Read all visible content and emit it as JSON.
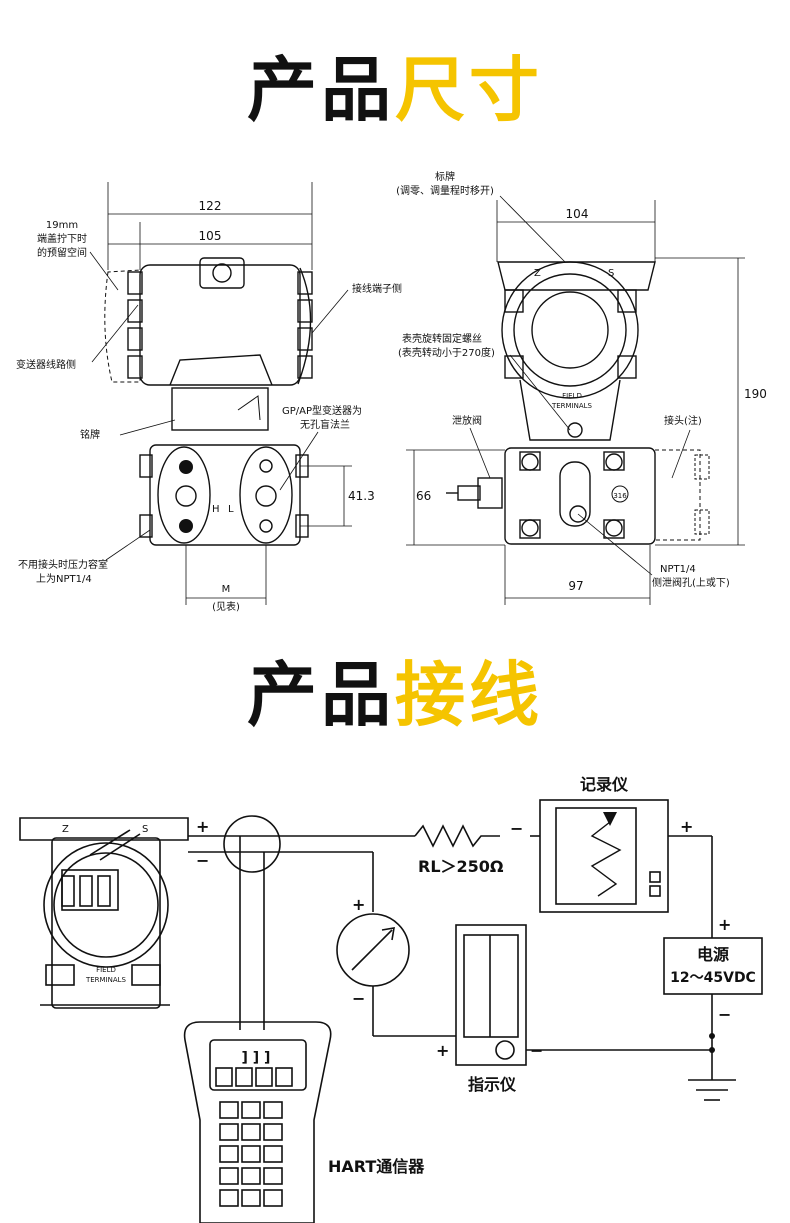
{
  "section1": {
    "title_main": "产品",
    "title_highlight": "尺寸"
  },
  "section2": {
    "title_main": "产品",
    "title_highlight": "接线"
  },
  "dims_left": {
    "width_total": "122",
    "width_inner": "105",
    "clearance_1": "19mm",
    "clearance_2": "端盖拧下时",
    "clearance_3": "的预留空间",
    "terminal_side": "接线端子侧",
    "circuit_side": "变送器线路侧",
    "nameplate": "铭牌",
    "flange_note_1": "GP/AP型变送器为",
    "flange_note_2": "无孔盲法兰",
    "height_413": "41.3",
    "h_label": "H",
    "l_label": "L",
    "pressure_note_1": "不用接头时压力容室",
    "pressure_note_2": "上为NPT1/4",
    "m_label": "M",
    "m_note": "(见表)"
  },
  "dims_right": {
    "tag_1": "标牌",
    "tag_2": "(调零、调量程时移开)",
    "width_104": "104",
    "z_label": "Z",
    "s_label": "S",
    "screw_1": "表壳旋转固定螺丝",
    "screw_2": "(表壳转动小于270度)",
    "field_1": "FIELD",
    "field_2": "TERMINALS",
    "height_190": "190",
    "vent": "泄放阀",
    "fitting": "接头(注)",
    "height_66": "66",
    "code_316": "316",
    "npt_1": "NPT1/4",
    "npt_2": "侧泄阀孔(上或下)",
    "width_97": "97"
  },
  "wiring": {
    "z_label": "Z",
    "s_label": "S",
    "field_1": "FIELD",
    "field_2": "TERMINALS",
    "plus": "+",
    "minus": "−",
    "resistor": "RL＞250Ω",
    "recorder": "记录仪",
    "power_1": "电源",
    "power_2": "12～45VDC",
    "indicator": "指示仪",
    "hart": "HART通信器",
    "hart_screen": "] ] ]"
  }
}
